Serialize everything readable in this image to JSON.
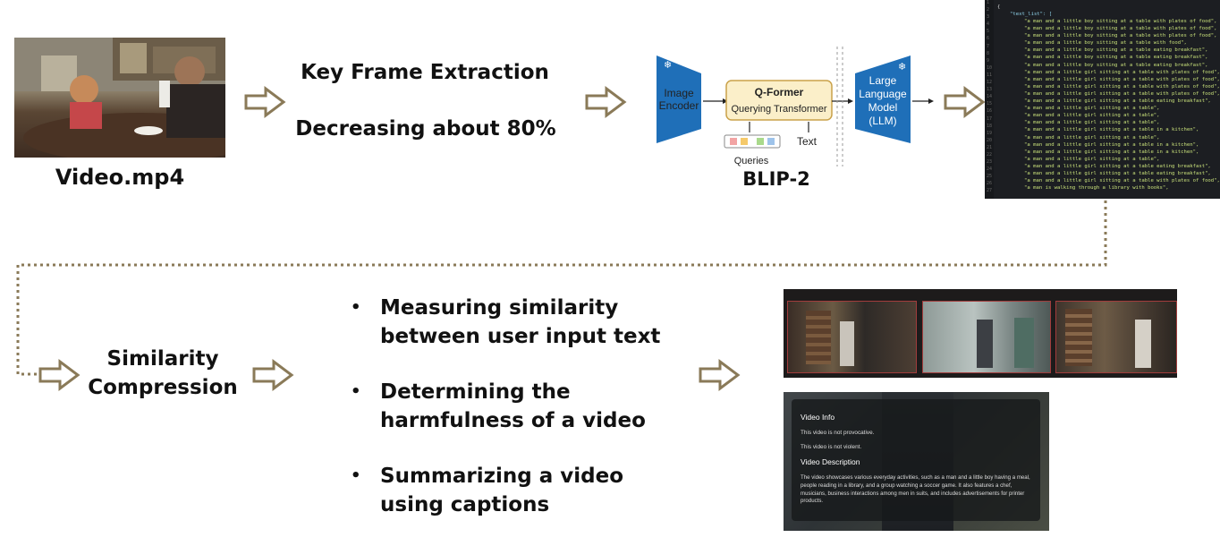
{
  "video": {
    "label": "Video.mp4"
  },
  "extraction": {
    "title": "Key Frame Extraction",
    "subtitle": "Decreasing about 80%"
  },
  "blip2": {
    "label": "BLIP-2",
    "image_encoder": "Image\nEncoder",
    "qformer_title": "Q-Former",
    "qformer_subtitle": "Querying Transformer",
    "text_input": "Text",
    "queries": "Queries",
    "llm": "Large\nLanguage\nModel\n(LLM)",
    "colors": {
      "encoder": "#1f6fb8",
      "qformer_fill": "#fbefc9",
      "qformer_stroke": "#caa24a"
    }
  },
  "captions": {
    "key": "\"text_list\": [",
    "lines": [
      "\"a man and a little boy sitting at a table with plates of food\",",
      "\"a man and a little boy sitting at a table with plates of food\",",
      "\"a man and a little boy sitting at a table with plates of food\",",
      "\"a man and a little boy sitting at a table with food\",",
      "\"a man and a little boy sitting at a table eating breakfast\",",
      "\"a man and a little boy sitting at a table eating breakfast\",",
      "\"a man and a little boy sitting at a table eating breakfast\",",
      "\"a man and a little girl sitting at a table with plates of food\",",
      "\"a man and a little girl sitting at a table with plates of food\",",
      "\"a man and a little girl sitting at a table with plates of food\",",
      "\"a man and a little girl sitting at a table with plates of food\",",
      "\"a man and a little girl sitting at a table eating breakfast\",",
      "\"a man and a little girl sitting at a table\",",
      "\"a man and a little girl sitting at a table\",",
      "\"a man and a little girl sitting at a table\",",
      "\"a man and a little girl sitting at a table in a kitchen\",",
      "\"a man and a little girl sitting at a table\",",
      "\"a man and a little girl sitting at a table in a kitchen\",",
      "\"a man and a little girl sitting at a table in a kitchen\",",
      "\"a man and a little girl sitting at a table\",",
      "\"a man and a little girl sitting at a table eating breakfast\",",
      "\"a man and a little girl sitting at a table eating breakfast\",",
      "\"a man and a little girl sitting at a table with plates of food\",",
      "\"a man is walking through a library with books\","
    ]
  },
  "similarity": {
    "label": "Similarity\nCompression"
  },
  "bullets": [
    "Measuring similarity\nbetween user input text",
    "Determining the\nharmfulness of a video",
    "Summarizing a video\nusing captions"
  ],
  "video_info": {
    "title": "Video Info",
    "line1": "This video is not provocative.",
    "line2": "This video is not violent.",
    "desc_title": "Video Description",
    "description": "The video showcases various everyday activities, such as a man and a little boy having a meal, people reading in a library, and a group watching a soccer game. It also features a chef, musicians, business interactions among men in suits, and includes advertisements for printer products."
  },
  "colors": {
    "arrow": "#8a7a58",
    "dotted_line": "#8a7a58",
    "code_bg": "#1c1e22"
  }
}
